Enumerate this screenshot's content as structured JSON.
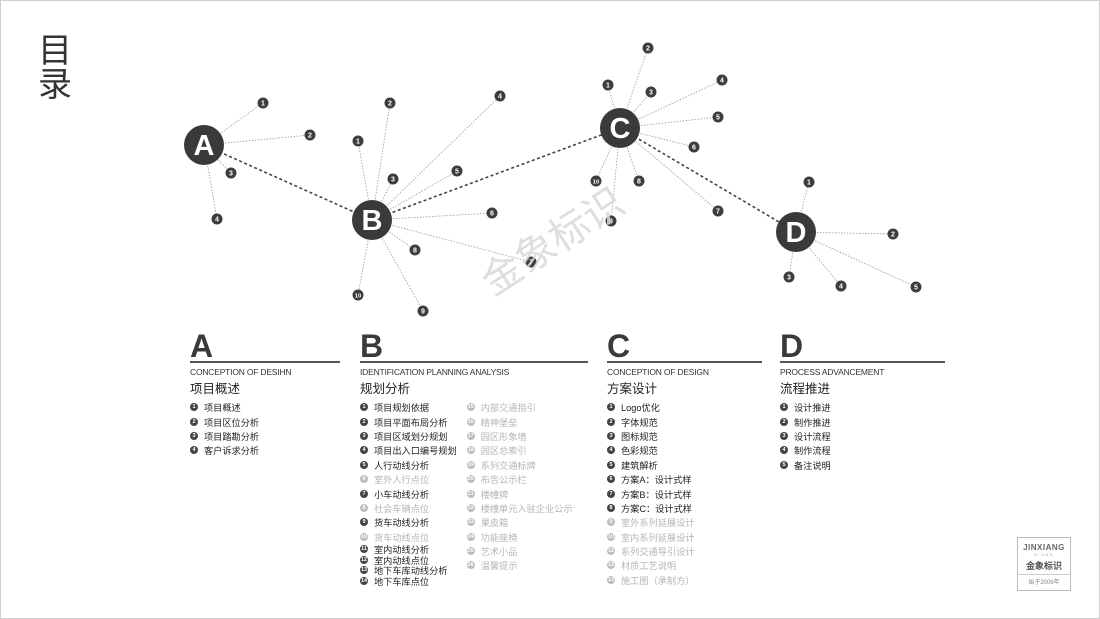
{
  "page_title": "目录",
  "watermark": "金象标识",
  "logo": {
    "line1": "JINXIANG",
    "line2": "SIGNS",
    "line3": "金象标识",
    "line4": "始于2006年"
  },
  "hubs": [
    {
      "label": "A",
      "spokes": [
        "1",
        "2",
        "3",
        "4"
      ]
    },
    {
      "label": "B",
      "spokes": [
        "1",
        "2",
        "3",
        "4",
        "5",
        "6",
        "7",
        "8",
        "9",
        "10"
      ]
    },
    {
      "label": "C",
      "spokes": [
        "1",
        "2",
        "3",
        "4",
        "5",
        "6",
        "7",
        "8",
        "9",
        "10"
      ]
    },
    {
      "label": "D",
      "spokes": [
        "1",
        "2",
        "3",
        "4",
        "5"
      ]
    }
  ],
  "sections": [
    {
      "letter": "A",
      "en": "CONCEPTION OF DESIHN",
      "cn": "项目概述",
      "columns": [
        [
          {
            "n": "1",
            "t": "项目概述"
          },
          {
            "n": "2",
            "t": "项目区位分析"
          },
          {
            "n": "3",
            "t": "项目踏勘分析"
          },
          {
            "n": "4",
            "t": "客户诉求分析"
          }
        ]
      ]
    },
    {
      "letter": "B",
      "en": "IDENTIFICATION PLANNING ANALYSIS",
      "cn": "规划分析",
      "columns": [
        [
          {
            "n": "1",
            "t": "项目规划依据"
          },
          {
            "n": "2",
            "t": "项目平面布局分析"
          },
          {
            "n": "3",
            "t": "项目区域划分规划"
          },
          {
            "n": "4",
            "t": "项目出入口编号规划"
          },
          {
            "n": "5",
            "t": "人行动线分析"
          },
          {
            "n": "6",
            "t": "室外人行点位",
            "dim": true
          },
          {
            "n": "7",
            "t": "小车动线分析"
          },
          {
            "n": "8",
            "t": "社会车辆点位",
            "dim": true
          },
          {
            "n": "9",
            "t": "货车动线分析"
          },
          {
            "n": "10",
            "t": "货车动线点位",
            "dim": true
          },
          {
            "n": "11",
            "t": "室内动线分析",
            "tight": true
          },
          {
            "n": "12",
            "t": "室内动线点位",
            "tight": true
          },
          {
            "n": "13",
            "t": "地下车库动线分析",
            "tight": true
          },
          {
            "n": "14",
            "t": "地下车库点位",
            "tight": true
          }
        ],
        [
          {
            "n": "15",
            "t": "内部交通指引",
            "dim": true
          },
          {
            "n": "16",
            "t": "精神堡垒",
            "dim": true
          },
          {
            "n": "17",
            "t": "园区形象墙",
            "dim": true
          },
          {
            "n": "18",
            "t": "园区总索引",
            "dim": true
          },
          {
            "n": "19",
            "t": "系列交通标牌",
            "dim": true
          },
          {
            "n": "20",
            "t": "布告公示栏",
            "dim": true
          },
          {
            "n": "21",
            "t": "楼幢牌",
            "dim": true
          },
          {
            "n": "22",
            "t": "楼幢单元入驻企业公示",
            "dim": true
          },
          {
            "n": "23",
            "t": "果皮箱",
            "dim": true
          },
          {
            "n": "24",
            "t": "功能座椅",
            "dim": true
          },
          {
            "n": "25",
            "t": "艺术小品",
            "dim": true
          },
          {
            "n": "26",
            "t": "温馨提示",
            "dim": true
          }
        ]
      ]
    },
    {
      "letter": "C",
      "en": "CONCEPTION OF DESIGN",
      "cn": "方案设计",
      "columns": [
        [
          {
            "n": "1",
            "t": "Logo优化"
          },
          {
            "n": "2",
            "t": "字体规范"
          },
          {
            "n": "3",
            "t": "图标规范"
          },
          {
            "n": "4",
            "t": "色彩规范"
          },
          {
            "n": "5",
            "t": "建筑解析"
          },
          {
            "n": "6",
            "t": "方案A：设计式样"
          },
          {
            "n": "7",
            "t": "方案B：设计式样"
          },
          {
            "n": "8",
            "t": "方案C：设计式样"
          },
          {
            "n": "9",
            "t": "室外系列延展设计",
            "dim": true
          },
          {
            "n": "10",
            "t": "室内系列延展设计",
            "dim": true
          },
          {
            "n": "11",
            "t": "系列交通导引设计",
            "dim": true
          },
          {
            "n": "12",
            "t": "材质工艺说明",
            "dim": true
          },
          {
            "n": "13",
            "t": "施工图（承制方）",
            "dim": true
          }
        ]
      ]
    },
    {
      "letter": "D",
      "en": "PROCESS  ADVANCEMENT",
      "cn": "流程推进",
      "columns": [
        [
          {
            "n": "1",
            "t": "设计推进"
          },
          {
            "n": "2",
            "t": "制作推进"
          },
          {
            "n": "3",
            "t": "设计流程"
          },
          {
            "n": "4",
            "t": "制作流程"
          },
          {
            "n": "5",
            "t": "备注说明"
          }
        ]
      ]
    }
  ]
}
